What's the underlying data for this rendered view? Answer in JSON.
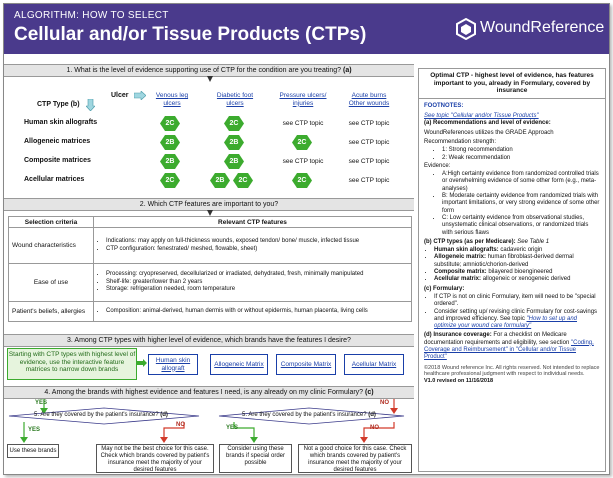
{
  "header": {
    "kicker": "ALGORITHM: HOW TO SELECT",
    "title": "Cellular and/or Tissue Products (CTPs)",
    "brand": "WoundReference"
  },
  "q1": {
    "question": "1. What is the level of evidence supporting use of CTP for the condition are you treating?",
    "question_ref": "(a)",
    "ulcer_label": "Ulcer",
    "ctp_type_label": "CTP Type",
    "ctp_type_ref": "(b)",
    "columns": [
      "Venous leg ulcers",
      "Diabetic foot ulcers",
      "Pressure ulcers/ injuries",
      "Acute burns Other wounds"
    ],
    "rows": [
      {
        "label": "Human skin allografts",
        "cells": [
          "2C",
          "2C",
          "see CTP topic",
          "see CTP topic"
        ]
      },
      {
        "label": "Allogeneic matrices",
        "cells": [
          "2B",
          "2B",
          "2C",
          "see CTP topic"
        ]
      },
      {
        "label": "Composite matrices",
        "cells": [
          "2B",
          "2B",
          "see CTP topic",
          "see CTP topic"
        ]
      },
      {
        "label": "Acellular matrices",
        "cells": [
          "2C",
          "2B",
          "2C",
          "see CTP topic"
        ]
      }
    ],
    "acellular_extra": "2C"
  },
  "q2": {
    "question": "2. Which CTP features are important to you?",
    "col_criteria": "Selection criteria",
    "col_features": "Relevant CTP features",
    "rows": [
      {
        "criteria": "Wound characteristics",
        "features": [
          "Indications: may apply on full-thickness wounds, exposed tendon/ bone/ muscle, infected tissue",
          "CTP configuration: fenestrated/ meshed, flowable, sheet)"
        ]
      },
      {
        "criteria": "Ease of use",
        "features": [
          "Processing: cryopreserved, decellularized or irradiated, dehydrated, fresh, minimally manipulated",
          "Shelf-life: greater/lower than 2 years",
          "Storage: refrigeration needed, room temperature"
        ]
      },
      {
        "criteria": "Patient's beliefs, allergies",
        "features": [
          "Composition: animal-derived, human dermis with or without epidermis, human placenta, living cells"
        ]
      }
    ]
  },
  "q3": {
    "question": "3. Among CTP types with higher level of evidence, which brands have the features I desire?",
    "note": "Starting with CTP types with highest level of evidence, use the interactive feature matrices to narrow down brands",
    "links": [
      "Human skin allograft",
      "Allogeneic Matrix",
      "Composite Matrix",
      "Acellular Matrix"
    ]
  },
  "q4": {
    "question": "4. Among the brands with highest evidence and features I need, is any already on my clinic Formulary?",
    "question_ref": "(c)",
    "yes": "YES",
    "no": "NO"
  },
  "q5": {
    "question": "5. Are they covered by the patient's insurance?",
    "question_ref": "(d)",
    "yes": "YES",
    "no": "NO",
    "outcome_use": "Use these brands",
    "outcome_not_best": "May not be the best choice for this case. Check which brands covered by patient's insurance meet the majority of your desired features",
    "outcome_consider": "Consider using these brands if special order possible",
    "outcome_not_good": "Not a good choice for this case. Check which brands covered by patient's insurance meet the majority of your desired features"
  },
  "sidebar": {
    "optimal": "Optimal CTP - highest level of evidence, has features important to you, already in Formulary, covered by insurance",
    "footnotes_title": "FOOTNOTES:",
    "see_topic": "See topic \"Cellular and/or Tissue Products\"",
    "a_title": "(a) Recommendations and level of evidence:",
    "a_text": "WoundReferences utilizes the GRADE Approach",
    "rec_strength": "Recommendation strength:",
    "rec_items": [
      "1: Strong recommendation",
      "2: Weak recommendation"
    ],
    "evidence": "Evidence:",
    "evidence_items": [
      "A:High certainty evidence from randomized controlled trials or overwhelming evidence of some other form (e.g., meta-analyses)",
      "B: Moderate certainty evidence from randomized trials with important limitations, or very strong evidence of some other form",
      "C: Low certainty evidence from observational studies, unsystematic clinical observations, or randomized trials with serious flaws"
    ],
    "b_title": "(b) CTP types (as per Medicare):",
    "b_ref": "See Table 1",
    "b_items": [
      {
        "term": "Human skin allografts:",
        "def": "cadaveric origin"
      },
      {
        "term": "Allogeneic matrix:",
        "def": "human fibroblast-derived dermal substitute; amniotic/chorion-derived"
      },
      {
        "term": "Composite matrix:",
        "def": "bilayered bioengineered"
      },
      {
        "term": "Acellular matrix:",
        "def": "allogeneic or xenogeneic derived"
      }
    ],
    "c_title": "(c) Formulary:",
    "c_items": [
      "If CTP is not on clinic Formulary, item will need to be \"special ordered\".",
      "Consider setting up/ revising clinic Formulary for cost-savings and improved efficiency. See topic"
    ],
    "c_link": "\"How to set up and optimize your wound care formulary\"",
    "d_title": "(d) Insurance coverage:",
    "d_text": "For a checklist on Medicare documentation requirements and eligibility, see section",
    "d_link": "\"Coding, Coverage and Reimbursement\" in \"Cellular and/or Tissue Product\"",
    "copyright": "©2018 Wound reference Inc. All rights reserved. Not intended to replace healthcare professional judgment with respect to individual needs.",
    "version": "V1.0 revised on 11/16/2018"
  },
  "colors": {
    "header": "#4a3a8c",
    "hex": "#3cab2e",
    "link": "#1a3fa8",
    "yes": "#3cab2e",
    "no": "#d23a2a"
  }
}
